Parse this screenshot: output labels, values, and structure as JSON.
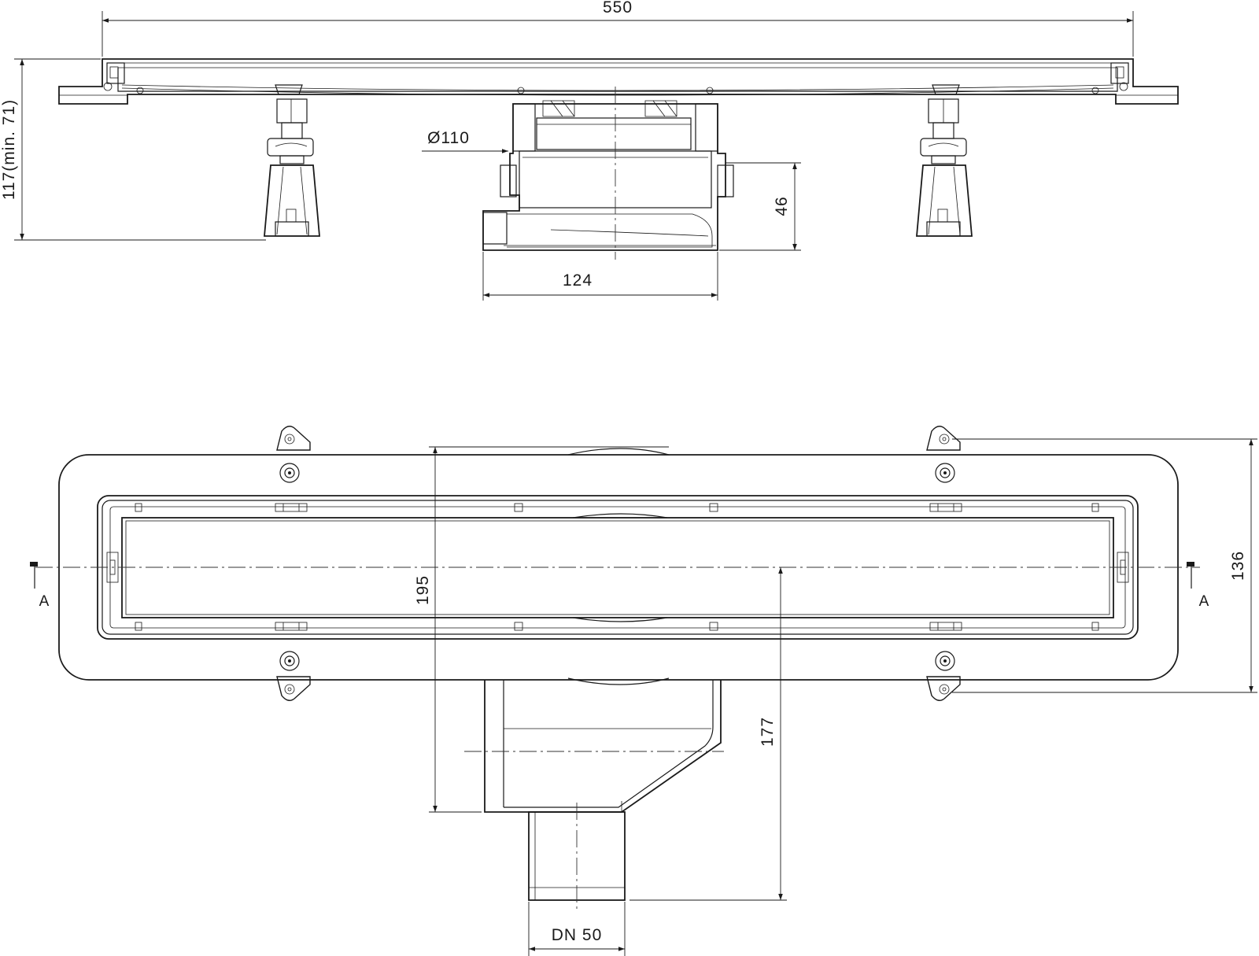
{
  "dimensions": {
    "overall_length": "550",
    "height": "117(min. 71)",
    "outlet_diameter": "Ø110",
    "outlet_height": "46",
    "outlet_width": "124",
    "width": "195",
    "outlet_depth": "177",
    "grate_width": "136",
    "pipe": "DN 50"
  },
  "section_marks": {
    "left": "A",
    "right": "A"
  },
  "colors": {
    "line": "#1a1a1a",
    "fill_dark": "#7a7a7a",
    "fill_light": "#d6d6d6",
    "background": "#ffffff"
  }
}
